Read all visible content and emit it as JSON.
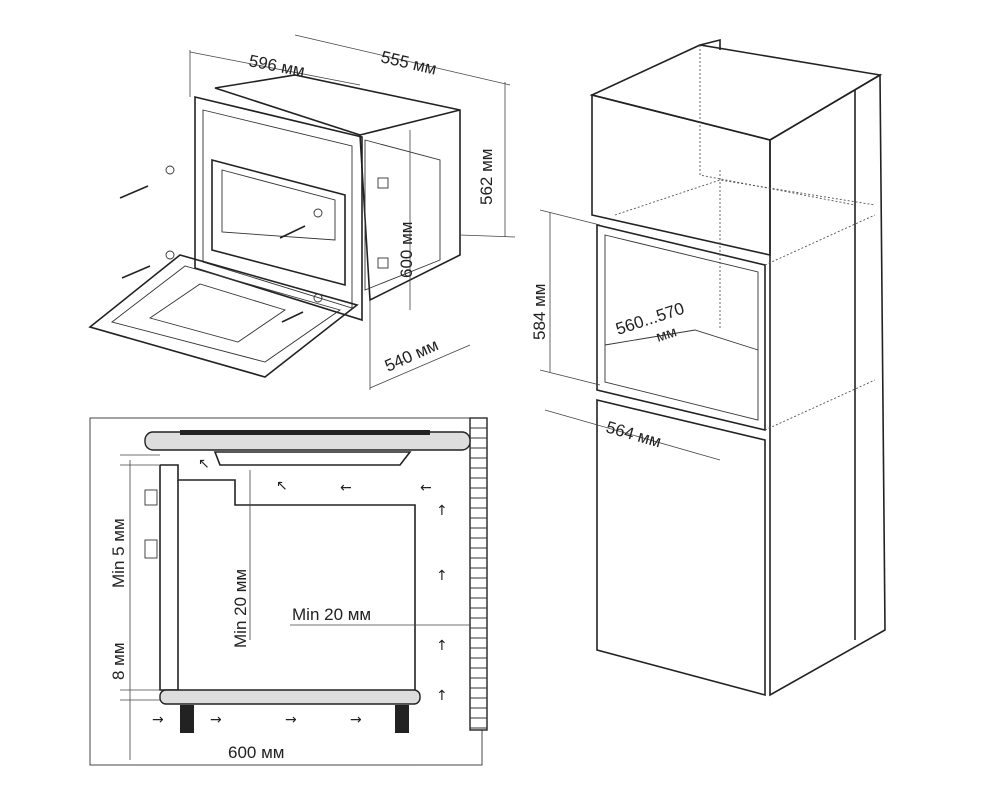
{
  "oven_view": {
    "width_label": "596 мм",
    "depth_label": "555 мм",
    "height_label": "562 мм",
    "front_height_label": "600 мм",
    "body_depth_label": "540 мм"
  },
  "cabinet_view": {
    "niche_height_label": "584 мм",
    "niche_width_label_line1": "560...570",
    "niche_width_label_line2": "мм",
    "cabinet_width_label": "564 мм"
  },
  "section_view": {
    "side_gap_label": "Min 5 мм",
    "top_gap_label": "Min 20 мм",
    "rear_gap_label": "Min 20 мм",
    "bottom_gap_label": "8 мм",
    "width_label": "600 мм"
  }
}
